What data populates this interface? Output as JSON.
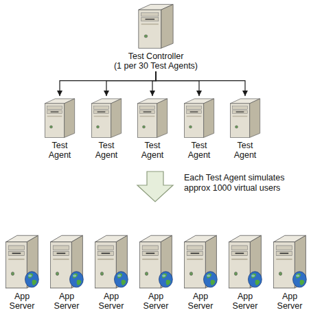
{
  "diagram": {
    "nodes": [
      {
        "text": [
          "Test Controller",
          "(1 per 30 Test Agents)"
        ]
      },
      {
        "text": [
          "Test Agent"
        ]
      },
      {
        "text": [
          "Test Agent"
        ]
      },
      {
        "text": [
          "Test Agent"
        ]
      },
      {
        "text": [
          "Test Agent"
        ]
      },
      {
        "text": [
          "Test Agent"
        ]
      },
      {
        "text": [
          "App Server"
        ]
      },
      {
        "text": [
          "App Server"
        ]
      },
      {
        "text": [
          "App Server"
        ]
      },
      {
        "text": [
          "App Server"
        ]
      },
      {
        "text": [
          "App Server"
        ]
      },
      {
        "text": [
          "App Server"
        ]
      },
      {
        "text": [
          "App Server"
        ]
      }
    ],
    "edges": [
      {
        "from": 0,
        "to": 1,
        "arrow": "to"
      },
      {
        "from": 0,
        "to": 2,
        "arrow": "to"
      },
      {
        "from": 0,
        "to": 3,
        "arrow": "to"
      },
      {
        "from": 0,
        "to": 4,
        "arrow": "to"
      },
      {
        "from": 0,
        "to": 5,
        "arrow": "to"
      }
    ],
    "labels": [
      "Each Test Agent simulates approx 1000 virtual users"
    ]
  }
}
